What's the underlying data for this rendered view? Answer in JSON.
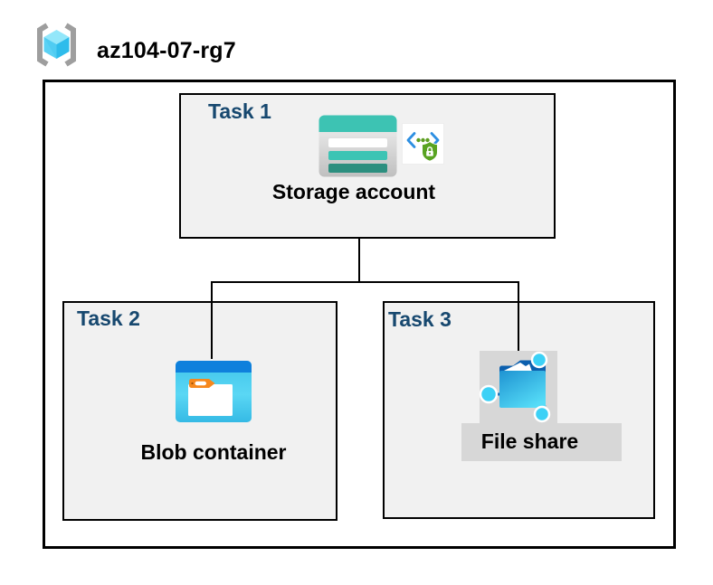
{
  "diagram": {
    "resource_group": {
      "label": "az104-07-rg7",
      "icon": "resource-group-icon"
    },
    "nodes": [
      {
        "id": "task1",
        "label": "Task 1",
        "resource": "Storage account",
        "icons": [
          "storage-account-icon",
          "secure-endpoint-icon"
        ]
      },
      {
        "id": "task2",
        "label": "Task 2",
        "resource": "Blob container",
        "icons": [
          "blob-container-icon"
        ]
      },
      {
        "id": "task3",
        "label": "Task 3",
        "resource": "File share",
        "icons": [
          "file-share-icon"
        ]
      }
    ],
    "edges": [
      {
        "from": "task1",
        "to": "task2"
      },
      {
        "from": "task1",
        "to": "task3"
      }
    ],
    "colors": {
      "task_label": "#17486f",
      "box_fill": "#f1f1f1",
      "box_border": "#000000",
      "storage_teal": "#3dc3b3",
      "storage_teal_dark": "#2c8f7f",
      "azure_blue_bar": "#0f80dc",
      "cyan_body": "#45c8ee",
      "shield_green": "#58a321",
      "chevron_blue": "#2d8fe2",
      "cube_cyan_light": "#93e7fa",
      "cube_cyan_mid": "#5bd1f4",
      "cube_cyan_dark": "#2ebceb",
      "bracket_gray": "#9e9e9e",
      "icon_block_gray": "#d7d7d7",
      "folder_navy": "#0b5fae",
      "tag_orange": "#f6881d"
    }
  }
}
